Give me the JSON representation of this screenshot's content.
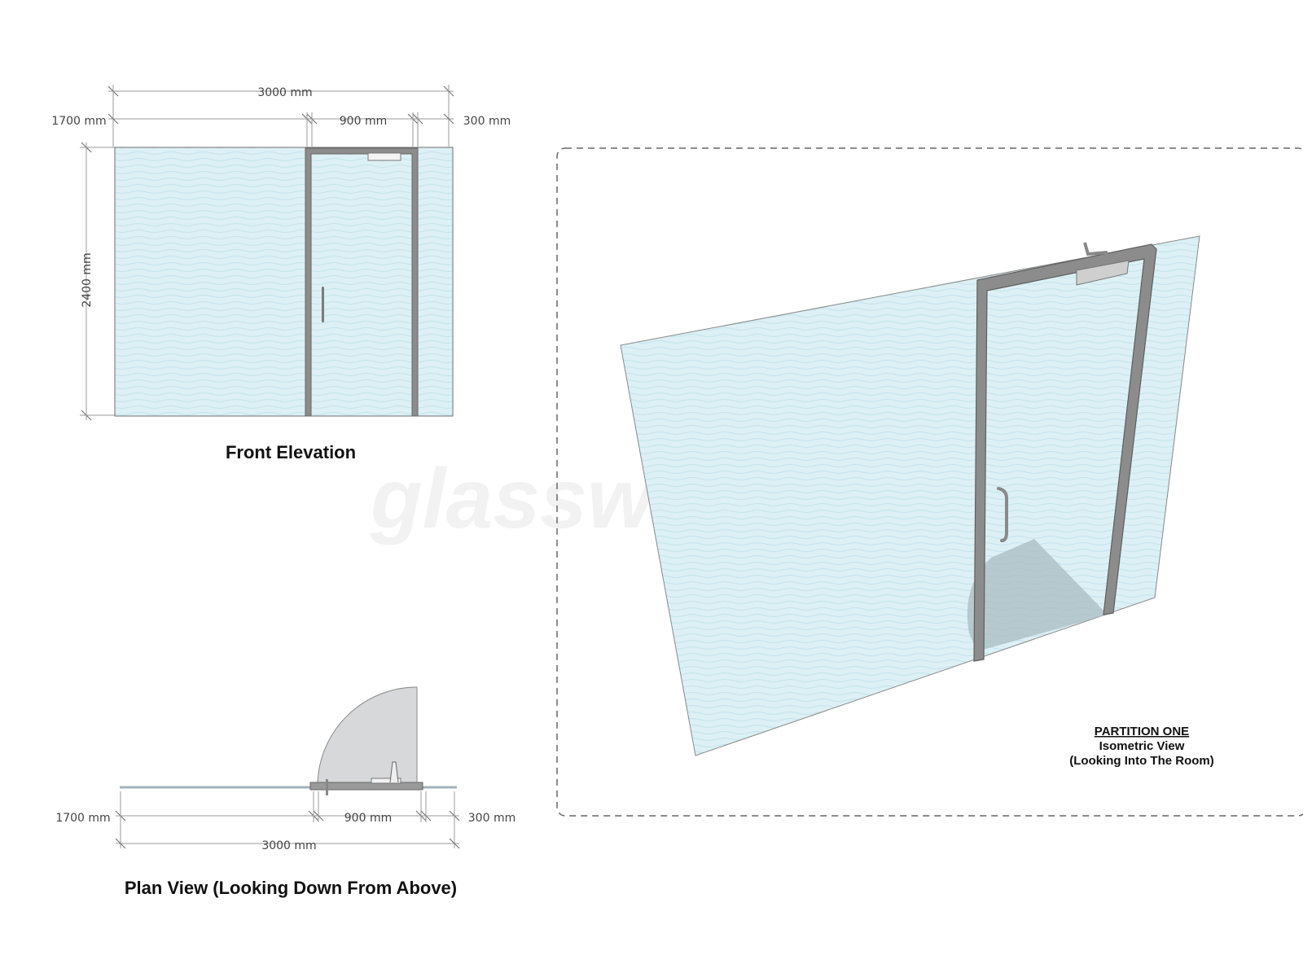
{
  "front_elevation": {
    "title": "Front Elevation",
    "dims": {
      "overall_width": "3000 mm",
      "left_panel": "1700 mm",
      "door": "900 mm",
      "right_panel": "300 mm",
      "height": "2400 mm"
    }
  },
  "plan_view": {
    "title": "Plan View (Looking Down From Above)",
    "dims": {
      "left_panel": "1700 mm",
      "door": "900 mm",
      "right_panel": "300 mm",
      "overall_width": "3000 mm"
    }
  },
  "isometric": {
    "caption_title": "PARTITION ONE",
    "caption_line1": "Isometric View",
    "caption_line2": "(Looking Into The Room)"
  },
  "watermark": "glassworks",
  "colors": {
    "glass": "#dcf0f5",
    "frame": "#8c8c8c",
    "frame_dark": "#6f6f6f",
    "swing": "#d6d8d9"
  }
}
